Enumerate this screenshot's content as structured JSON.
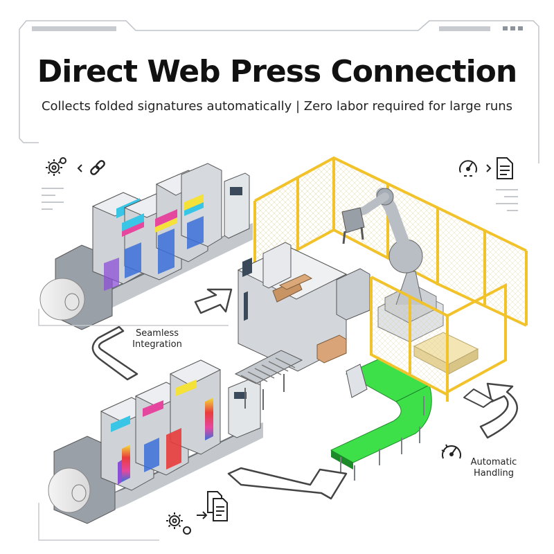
{
  "header": {
    "title": "Direct Web Press Connection",
    "subtitle": "Collects folded signatures automatically | Zero labor required for large runs"
  },
  "labels": {
    "seamless": "Seamless",
    "integration": "Integration",
    "automatic": "Automatic",
    "handling": "Handling"
  },
  "icons": {
    "top_left": [
      "gears-icon",
      "chevron-left-icon",
      "chain-link-icon"
    ],
    "top_right": [
      "gauge-icon",
      "chevron-right-icon",
      "document-icon"
    ],
    "bottom_left": [
      "gears-icon",
      "arrow-right-icon",
      "documents-icon"
    ],
    "bottom_right": [
      "gauge-icon"
    ]
  },
  "colors": {
    "conveyor_green": "#3ee04a",
    "cage_yellow": "#f2c22b",
    "press_grey": "#c9ced6",
    "ink_cyan": "#39c6e6",
    "ink_magenta": "#e6479e",
    "ink_yellow": "#f4e13a",
    "ink_blue": "#3a6fd8",
    "ink_red": "#e83c3c"
  }
}
